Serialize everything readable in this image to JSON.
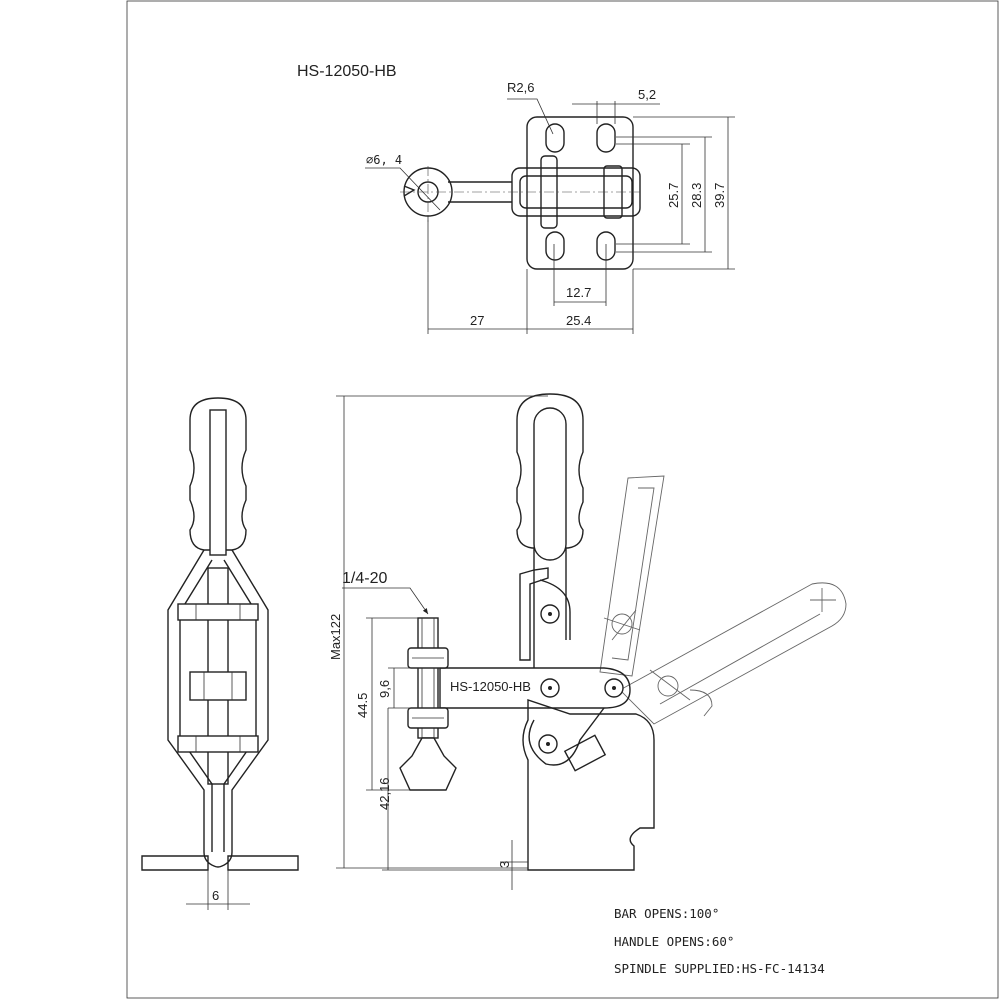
{
  "title": "HS-12050-HB",
  "top_view": {
    "radius_label": "R2,6",
    "hole_dia_label": "⌀6, 4",
    "slot_width_label": "5,2",
    "dim_25_7": "25.7",
    "dim_28_3": "28.3",
    "dim_39_7": "39.7",
    "dim_12_7": "12.7",
    "dim_27": "27",
    "dim_25_4": "25.4"
  },
  "side_view": {
    "thread_label": "1/4-20",
    "max_height_label": "Max122",
    "arm_label": "HS-12050-HB",
    "dim_44_5": "44.5",
    "dim_9_6": "9,6",
    "dim_42_16": "42,16",
    "dim_3": "3"
  },
  "front_view": {
    "base_width_label": "6"
  },
  "notes": {
    "bar_opens": "BAR OPENS:100°",
    "handle_opens": "HANDLE OPENS:60°",
    "spindle": "SPINDLE SUPPLIED:HS-FC-14134"
  }
}
